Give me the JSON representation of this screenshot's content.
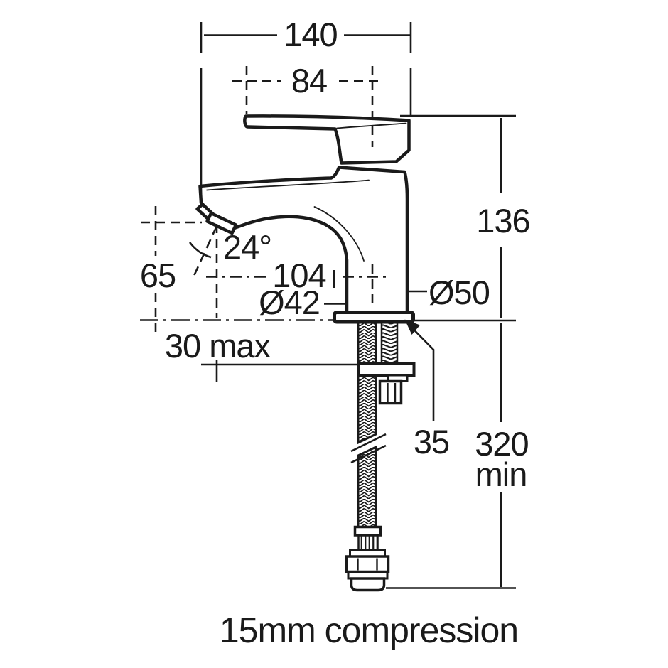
{
  "diagram": {
    "type": "technical-drawing",
    "caption": "15mm compression",
    "dimensions": {
      "overall_width": "140",
      "handle_width": "84",
      "height_above_deck": "136",
      "spout_height": "65",
      "spout_angle": "24°",
      "spout_projection": "104",
      "body_diameter": "Ø42",
      "base_diameter": "Ø50",
      "deck_thickness_max": "30 max",
      "fixing_stud_length": "35",
      "hose_length_min_value": "320",
      "hose_length_min_unit": "min"
    },
    "colors": {
      "line": "#1a1a1a",
      "background": "#ffffff"
    }
  }
}
